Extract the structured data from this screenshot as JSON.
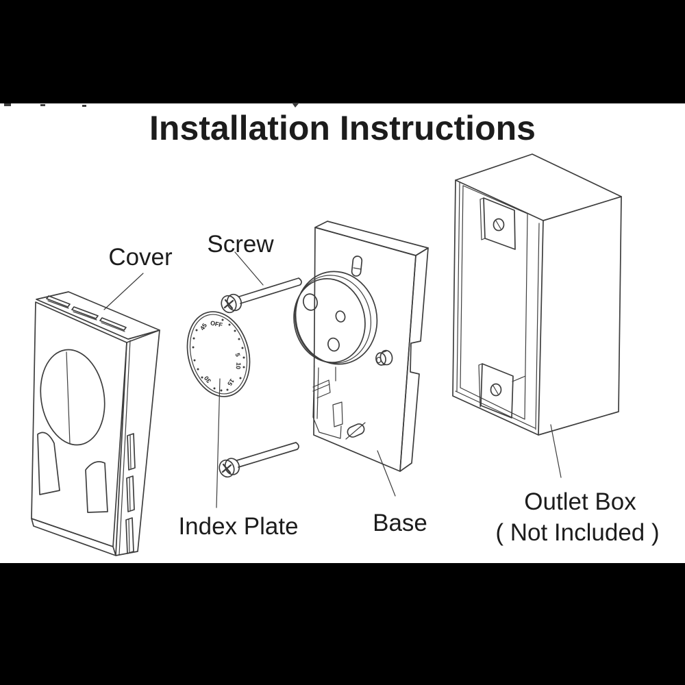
{
  "page": {
    "title": "Installation Instructions",
    "background_color": "#ffffff",
    "letterbox_color": "#000000",
    "line_color": "#3d3d3d",
    "text_color": "#1c1c1c"
  },
  "labels": {
    "cover": "Cover",
    "screw": "Screw",
    "index_plate": "Index Plate",
    "base": "Base",
    "outlet_box": "Outlet Box",
    "outlet_box_note": "( Not Included )"
  },
  "dial": {
    "labels": [
      "45",
      "OFF",
      "5",
      "10",
      "15",
      "30"
    ]
  }
}
